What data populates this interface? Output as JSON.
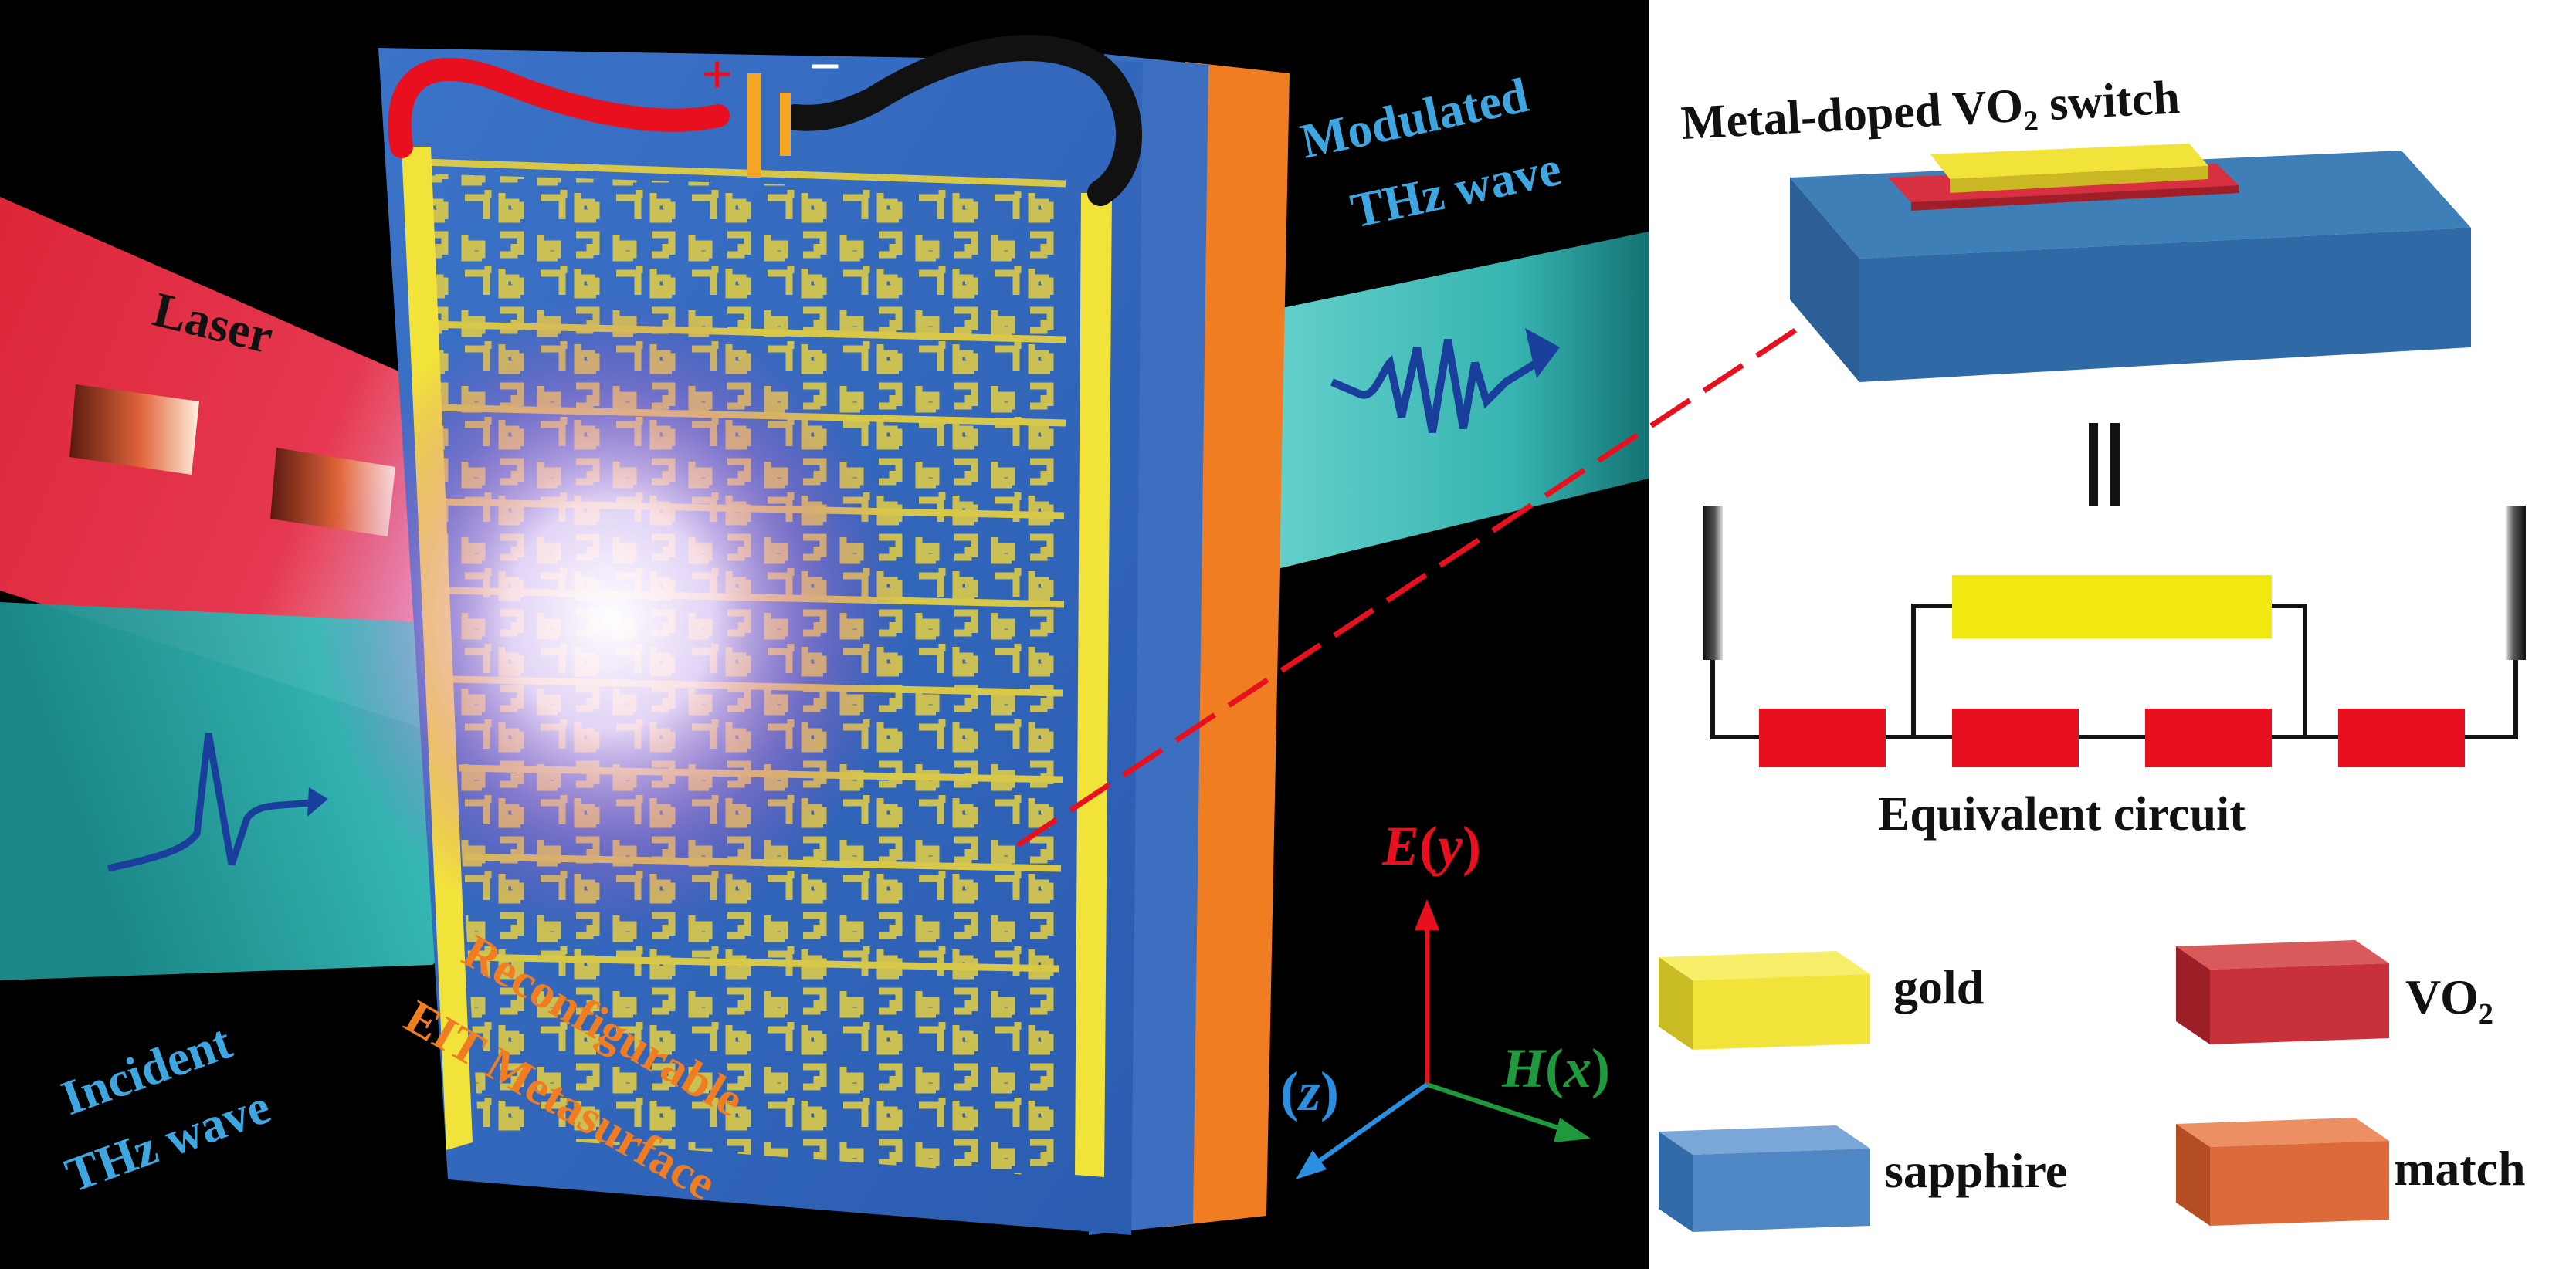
{
  "labels": {
    "laser": "Laser",
    "incident_line1": "Incident",
    "incident_line2": "THz wave",
    "modulated_line1": "Modulated",
    "modulated_line2": "THz wave",
    "metasurface_line1": "Reconfigurable",
    "metasurface_line2": "EIT Metasurface",
    "plus": "+",
    "minus": "−",
    "switch_title": "Metal-doped VO₂ switch",
    "equals": "||",
    "equivalent_circuit": "Equivalent circuit"
  },
  "axes": {
    "e_field": "E",
    "e_var": "y",
    "h_field": "H",
    "h_var": "x",
    "z_var": "z"
  },
  "legend": [
    {
      "label": "gold",
      "color": "#f2e33a"
    },
    {
      "label": "VO₂",
      "color": "#c8303a"
    },
    {
      "label": "sapphire",
      "color": "#4f86c4"
    },
    {
      "label": "match",
      "color": "#dc6a3a"
    }
  ],
  "colors": {
    "gold": "#f2e33a",
    "vo2": "#e8101e",
    "sapphire": "#2f64a8",
    "match": "#f07d22",
    "laser": "#e6283a",
    "thz": "#3fd6d0",
    "label_blue": "#3ea6e0",
    "label_orange": "#f07d22",
    "e_axis": "#e8101e",
    "h_axis": "#1e9a3c",
    "z_axis": "#2a8fe0"
  }
}
